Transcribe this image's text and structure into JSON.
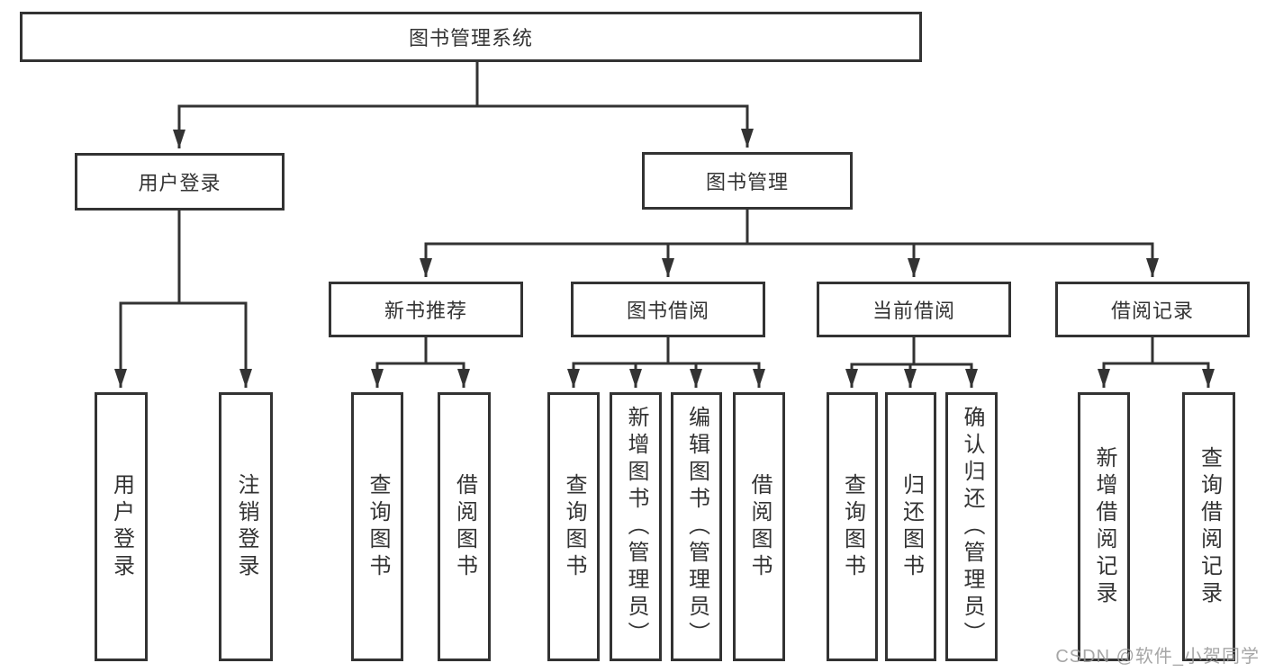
{
  "tree": {
    "root": {
      "label": "图书管理系统",
      "children": [
        {
          "label": "用户登录",
          "children": [
            {
              "label": "用户登录"
            },
            {
              "label": "注销登录"
            }
          ]
        },
        {
          "label": "图书管理",
          "children": [
            {
              "label": "新书推荐",
              "children": [
                {
                  "label": "查询图书"
                },
                {
                  "label": "借阅图书"
                }
              ]
            },
            {
              "label": "图书借阅",
              "children": [
                {
                  "label": "查询图书"
                },
                {
                  "label": "新增图书（管理员）"
                },
                {
                  "label": "编辑图书（管理员）"
                },
                {
                  "label": "借阅图书"
                }
              ]
            },
            {
              "label": "当前借阅",
              "children": [
                {
                  "label": "查询图书"
                },
                {
                  "label": "归还图书"
                },
                {
                  "label": "确认归还（管理员）"
                }
              ]
            },
            {
              "label": "借阅记录",
              "children": [
                {
                  "label": "新增借阅记录"
                },
                {
                  "label": "查询借阅记录"
                }
              ]
            }
          ]
        }
      ]
    }
  },
  "watermark": "CSDN @软件_小贺同学",
  "colors": {
    "line": "#333333",
    "box_border": "#333333",
    "text": "#333333",
    "background": "#ffffff",
    "watermark": "#969696"
  }
}
